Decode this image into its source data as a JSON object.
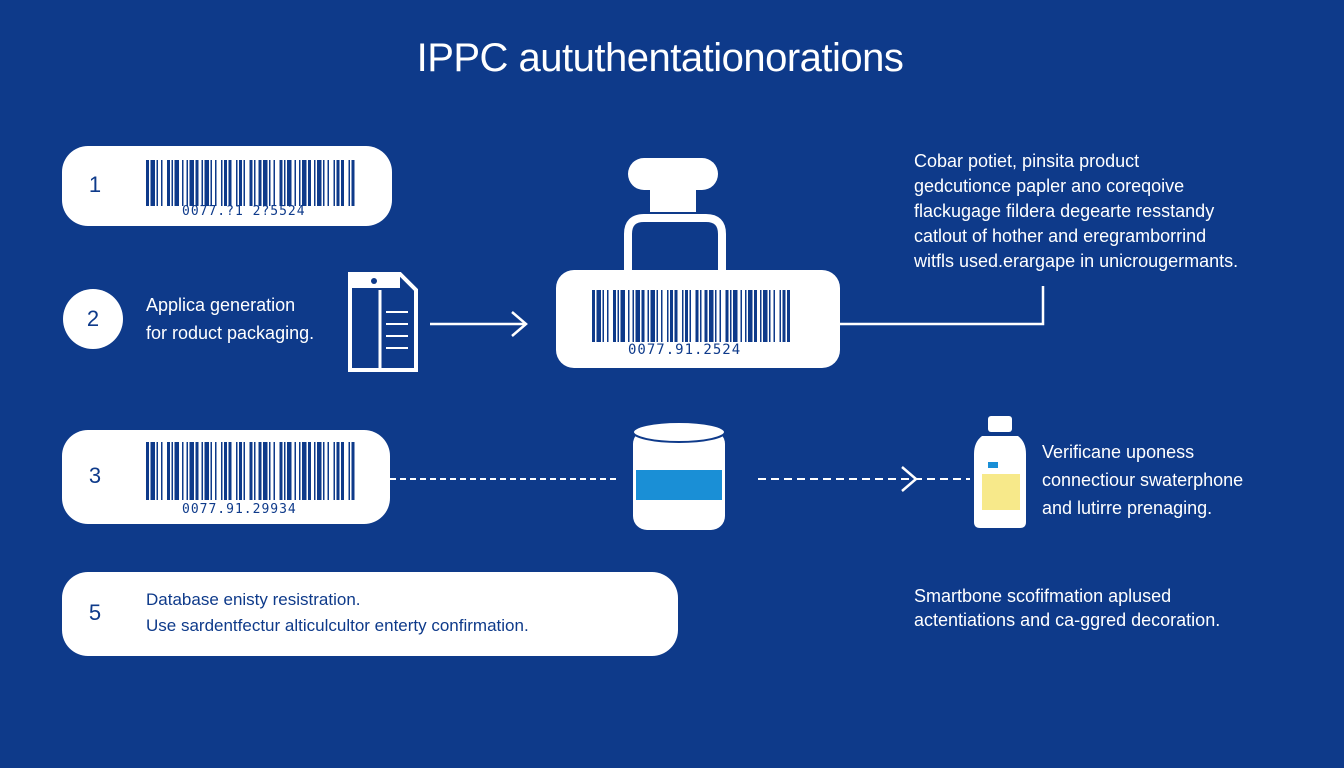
{
  "title": "IPPC aututhentationorations",
  "step1": {
    "number": "1",
    "code": "0077.?1 2?5524"
  },
  "step2": {
    "number": "2",
    "lines": [
      "Applica generation",
      "for roduct packaging."
    ]
  },
  "center_label": {
    "code": "0077.91.2524"
  },
  "info_top": {
    "lines": [
      "Cobar potiet, pinsita product",
      "gedcutionce papler ano coreqoive",
      "flackugage fildera degearte resstandy",
      "catlout of hother and eregramborrind",
      "witfls used.erargape in unicrougermants."
    ]
  },
  "step3": {
    "number": "3",
    "code": "0077.91.29934"
  },
  "verify_text": {
    "lines": [
      "Verificane uponess",
      "connectiour swaterphone",
      "and lutirre prenaging."
    ]
  },
  "step5": {
    "number": "5",
    "lines": [
      "Database enisty resistration.",
      "Use sardentfectur alticulcultor enterty confirmation."
    ]
  },
  "bottom_right": {
    "lines": [
      "Smartbone scofifmation aplused",
      "actentiations and ca-ggred decoration."
    ]
  },
  "colors": {
    "background": "#0e3a8a",
    "white": "#ffffff",
    "accent_blue": "#1a8fd6",
    "accent_yellow": "#f7e98a"
  }
}
